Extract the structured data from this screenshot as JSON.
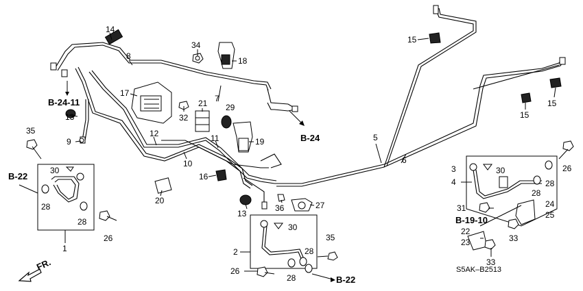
{
  "diagram": {
    "code": "S5AK–B2513",
    "direction_label": "FR.",
    "refs": [
      "B-24-11",
      "B-24",
      "B-22",
      "B-22",
      "B-19-10"
    ],
    "callouts": [
      "14",
      "8",
      "34",
      "18",
      "17",
      "7",
      "13",
      "32",
      "21",
      "29",
      "19",
      "35",
      "9",
      "12",
      "11",
      "10",
      "16",
      "30",
      "28",
      "28",
      "1",
      "20",
      "26",
      "13",
      "36",
      "27",
      "2",
      "30",
      "35",
      "26",
      "28",
      "28",
      "15",
      "15",
      "15",
      "5",
      "6",
      "3",
      "4",
      "30",
      "28",
      "26",
      "28",
      "31",
      "24",
      "25",
      "22",
      "23",
      "33",
      "33"
    ]
  }
}
